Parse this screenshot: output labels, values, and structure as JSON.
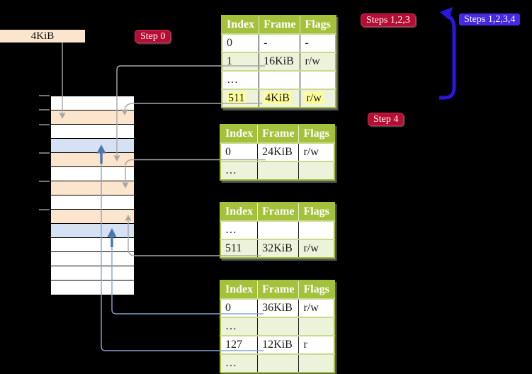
{
  "colors": {
    "header_green": "#A4C13C",
    "row_shade": "#EDF2DB",
    "wheat": "#FBE5CC",
    "page_blue": "#D6E1F3",
    "highlight_yellow": "#FFFF99",
    "crimson": "#B50D33",
    "step_blue": "#4629E4",
    "arrow_gray": "#A8A8A8",
    "arrow_blue": "#2B16E0",
    "steel_thin": "#86A5CF",
    "steel_thick": "#4C76AE"
  },
  "memory": {
    "size_label": "4KiB",
    "cells": [
      {
        "fill": "white"
      },
      {
        "fill": "wheat"
      },
      {
        "fill": "white"
      },
      {
        "fill": "blue"
      },
      {
        "fill": "wheat"
      },
      {
        "fill": "white"
      },
      {
        "fill": "wheat"
      },
      {
        "fill": "white"
      },
      {
        "fill": "wheat"
      },
      {
        "fill": "blue"
      },
      {
        "fill": "white"
      },
      {
        "fill": "white"
      },
      {
        "fill": "white"
      },
      {
        "fill": "white"
      }
    ]
  },
  "badges": {
    "step0": "Step 0",
    "steps123": "Steps 1,2,3",
    "steps1234": "Steps 1,2,3,4",
    "step4": "Step 4"
  },
  "tables": [
    {
      "name": "page-table-top",
      "headers": [
        "Index",
        "Frame",
        "Flags"
      ],
      "rows": [
        {
          "cells": [
            "0",
            "-",
            "-"
          ],
          "shaded": false,
          "highlight": false
        },
        {
          "cells": [
            "1",
            "16KiB",
            "r/w"
          ],
          "shaded": true,
          "highlight": false
        },
        {
          "cells": [
            "…",
            "",
            ""
          ],
          "shaded": false,
          "highlight": false
        },
        {
          "cells": [
            "511",
            "4KiB",
            "r/w"
          ],
          "shaded": true,
          "highlight": true
        }
      ]
    },
    {
      "name": "page-table-second",
      "headers": [
        "Index",
        "Frame",
        "Flags"
      ],
      "rows": [
        {
          "cells": [
            "0",
            "24KiB",
            "r/w"
          ],
          "shaded": false,
          "highlight": false
        },
        {
          "cells": [
            "…",
            "",
            ""
          ],
          "shaded": true,
          "highlight": false
        }
      ]
    },
    {
      "name": "page-table-third",
      "headers": [
        "Index",
        "Frame",
        "Flags"
      ],
      "rows": [
        {
          "cells": [
            "…",
            "",
            ""
          ],
          "shaded": false,
          "highlight": false
        },
        {
          "cells": [
            "511",
            "32KiB",
            "r/w"
          ],
          "shaded": true,
          "highlight": false
        }
      ]
    },
    {
      "name": "page-table-bottom",
      "headers": [
        "Index",
        "Frame",
        "Flags"
      ],
      "rows": [
        {
          "cells": [
            "0",
            "36KiB",
            "r/w"
          ],
          "shaded": false,
          "highlight": false
        },
        {
          "cells": [
            "…",
            "",
            ""
          ],
          "shaded": true,
          "highlight": false
        },
        {
          "cells": [
            "127",
            "12KiB",
            "r"
          ],
          "shaded": false,
          "highlight": false
        },
        {
          "cells": [
            "…",
            "",
            ""
          ],
          "shaded": true,
          "highlight": false
        }
      ]
    }
  ]
}
